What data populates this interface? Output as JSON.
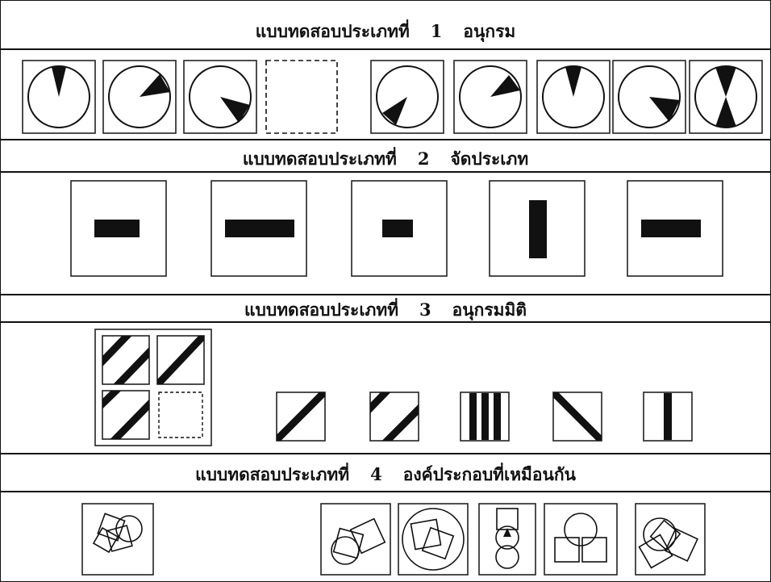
{
  "sections": [
    {
      "prefix": "แบบทดสอบประเภทที่",
      "number": "1",
      "name": "อนุกรม"
    },
    {
      "prefix": "แบบทดสอบประเภทที่",
      "number": "2",
      "name": "จัดประเภท"
    },
    {
      "prefix": "แบบทดสอบประเภทที่",
      "number": "3",
      "name": "อนุกรมมิติ"
    },
    {
      "prefix": "แบบทดสอบประเภทที่",
      "number": "4",
      "name": "องค์ประกอบที่เหมือนกัน"
    }
  ],
  "colors": {
    "ink": "#111111",
    "paper": "#ffffff"
  }
}
